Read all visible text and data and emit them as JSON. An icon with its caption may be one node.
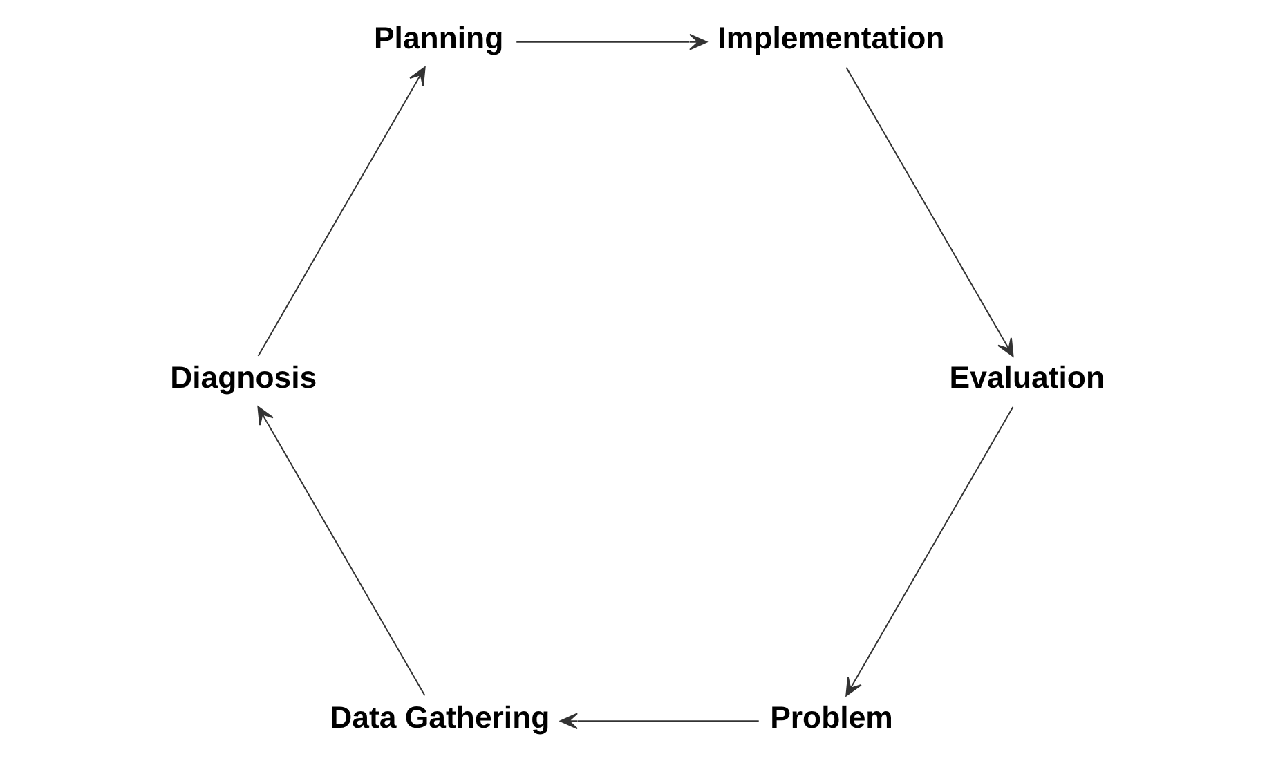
{
  "diagram": {
    "nodes": [
      {
        "text": [
          "Problem"
        ]
      },
      {
        "text": [
          "Data Gathering"
        ]
      },
      {
        "text": [
          "Diagnosis"
        ]
      },
      {
        "text": [
          "Planning"
        ]
      },
      {
        "text": [
          "Implementation"
        ]
      },
      {
        "text": [
          "Evaluation"
        ]
      }
    ],
    "edges": [
      {
        "from": 0,
        "to": 1,
        "arrow": "to"
      },
      {
        "from": 1,
        "to": 2,
        "arrow": "to"
      },
      {
        "from": 2,
        "to": 3,
        "arrow": "to"
      },
      {
        "from": 3,
        "to": 4,
        "arrow": "to"
      },
      {
        "from": 4,
        "to": 5,
        "arrow": "to"
      },
      {
        "from": 5,
        "to": 0,
        "arrow": "to"
      }
    ]
  }
}
